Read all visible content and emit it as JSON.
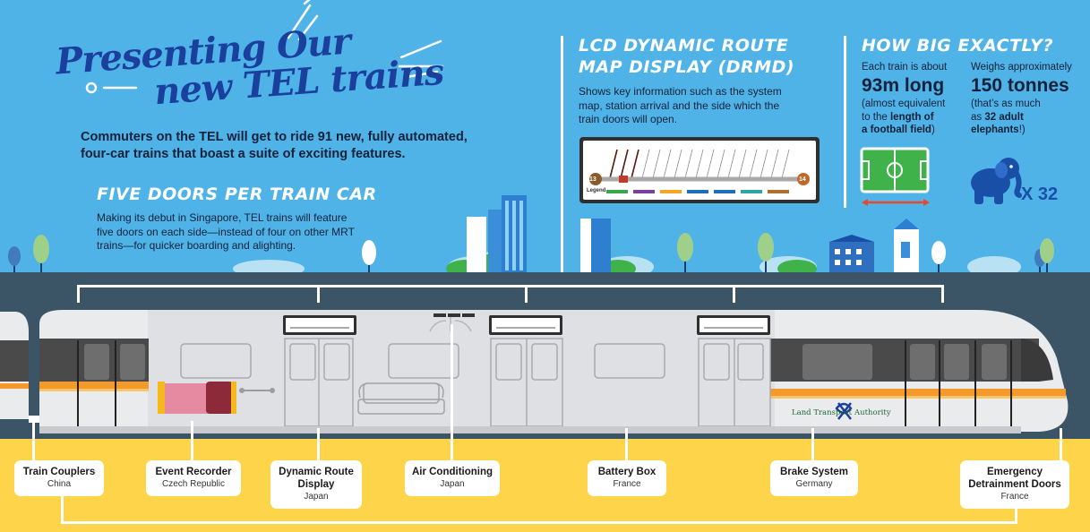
{
  "title": {
    "line1": "Presenting Our",
    "line2": "new TEL trains"
  },
  "intro": "Commuters on the TEL will get to ride 91 new, fully automated, four-car trains that boast a suite of exciting features.",
  "five_doors": {
    "heading": "FIVE DOORS PER TRAIN CAR",
    "body": "Making its debut in Singapore, TEL trains will feature five doors on each side—instead of four on other MRT trains—for quicker boarding and alighting."
  },
  "drmd": {
    "heading_line1": "LCD DYNAMIC ROUTE",
    "heading_line2": "MAP DISPLAY (DRMD)",
    "body": "Shows key information such as the system map, station arrival and the side which the train doors will open.",
    "start_num": "13",
    "end_num": "14",
    "legend_label": "Legend"
  },
  "how_big": {
    "heading": "HOW BIG EXACTLY?",
    "length_intro": "Each train is about",
    "length_value": "93m long",
    "length_note1": "(almost equivalent",
    "length_note2": "to the",
    "length_note_bold": "length of",
    "length_note3": "a football field",
    "length_note4": ")",
    "weight_intro": "Weighs approximately",
    "weight_value": "150 tonnes",
    "weight_note1": "(that’s as much",
    "weight_note2": "as",
    "weight_note_bold1": "32 adult",
    "weight_note_bold2": "elephants",
    "weight_note3": "!)",
    "multiplier": "X 32"
  },
  "lta_label": "Land Transport",
  "lta_label2": "Authority",
  "components": [
    {
      "name": "Train Couplers",
      "country": "China"
    },
    {
      "name": "Event Recorder",
      "country": "Czech Republic"
    },
    {
      "name": "Dynamic Route Display",
      "country": "Japan"
    },
    {
      "name": "Air Conditioning",
      "country": "Japan"
    },
    {
      "name": "Battery Box",
      "country": "France"
    },
    {
      "name": "Brake System",
      "country": "Germany"
    },
    {
      "name": "Emergency Detrainment Doors",
      "country": "France"
    }
  ],
  "colors": {
    "sky": "#4fb3e8",
    "title": "#1a3f9c",
    "ground": "#3c5566",
    "yellow": "#fdd44a",
    "train_body": "#eaebed",
    "window_band": "#4a4a4a",
    "stripe_orange": "#f39a2b",
    "seat_pink": "#e58aa0",
    "elephant": "#1a4fa8",
    "field_green": "#3fb24a"
  },
  "icons": [
    "sparkle-icon",
    "football-field-icon",
    "elephant-icon",
    "lta-logo-icon",
    "tree-icon",
    "building-icon",
    "cloud-icon"
  ]
}
